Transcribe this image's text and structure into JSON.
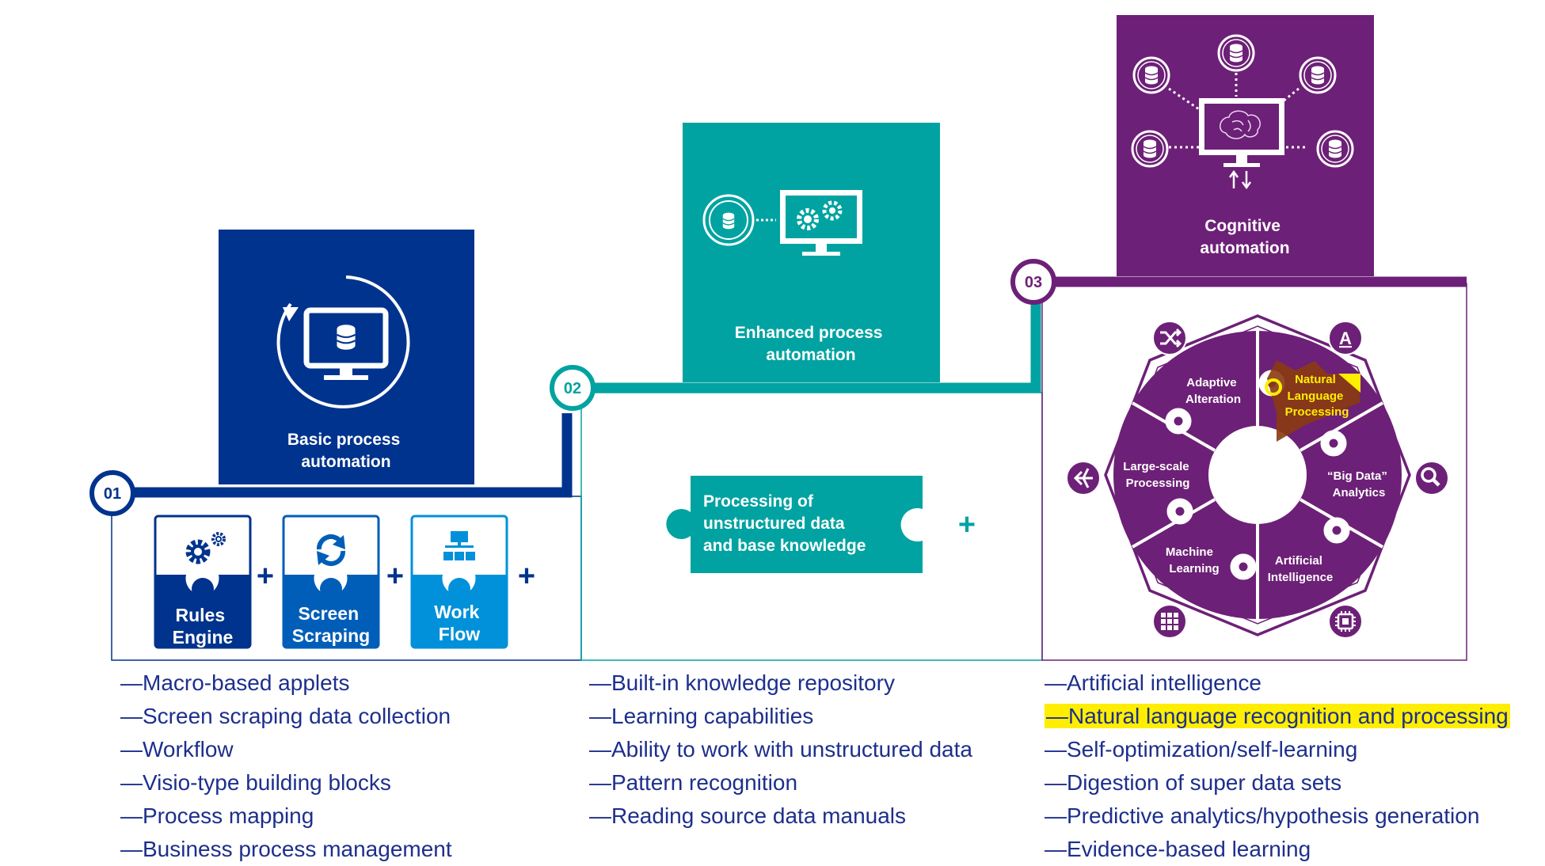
{
  "colors": {
    "navy": "#00338d",
    "teal": "#00a3a1",
    "purple": "#6d2077",
    "blue_mid": "#005eb8",
    "blue_light": "#0091da",
    "text_blue": "#1d2f8c",
    "highlight": "#ffee00"
  },
  "stage1": {
    "number": "01",
    "title_line1": "Basic process",
    "title_line2": "automation",
    "icon": "monitor-database-refresh-icon",
    "tools": [
      {
        "line1": "Rules",
        "line2": "Engine",
        "icon": "gears-icon"
      },
      {
        "line1": "Screen",
        "line2": "Scraping",
        "icon": "refresh-icon"
      },
      {
        "line1": "Work",
        "line2": "Flow",
        "icon": "org-chart-icon"
      }
    ],
    "plus": "+",
    "bullets": [
      "—Macro-based applets",
      "—Screen scraping data collection",
      "—Workflow",
      "—Visio-type building blocks",
      "—Process mapping",
      "—Business process management"
    ]
  },
  "stage2": {
    "number": "02",
    "title_line1": "Enhanced process",
    "title_line2": "automation",
    "icon": "monitor-gears-icon",
    "puzzle_line1": "Processing of",
    "puzzle_line2": "unstructured data",
    "puzzle_line3": "and base knowledge",
    "plus": "+",
    "bullets": [
      "—Built-in knowledge repository",
      "—Learning capabilities",
      "—Ability to work with unstructured data",
      "—Pattern recognition",
      "—Reading source data manuals"
    ]
  },
  "stage3": {
    "number": "03",
    "title_line1": "Cognitive",
    "title_line2": "automation",
    "icon": "monitor-brain-network-icon",
    "wheel": {
      "nlp_line1": "Natural",
      "nlp_line2": "Language",
      "nlp_line3": "Processing",
      "bigdata_line1": "“Big Data”",
      "bigdata_line2": "Analytics",
      "ai_line1": "Artificial",
      "ai_line2": "Intelligence",
      "ml_line1": "Machine",
      "ml_line2": "Learning",
      "ls_line1": "Large-scale",
      "ls_line2": "Processing",
      "aa_line1": "Adaptive",
      "aa_line2": "Alteration",
      "badge_a": "A"
    },
    "bullets": [
      "—Artificial intelligence",
      "—Natural language recognition and processing",
      "—Self-optimization/self-learning",
      "—Digestion of super data sets",
      "—Predictive analytics/hypothesis generation",
      "—Evidence-based learning"
    ],
    "highlighted_index": 1
  }
}
